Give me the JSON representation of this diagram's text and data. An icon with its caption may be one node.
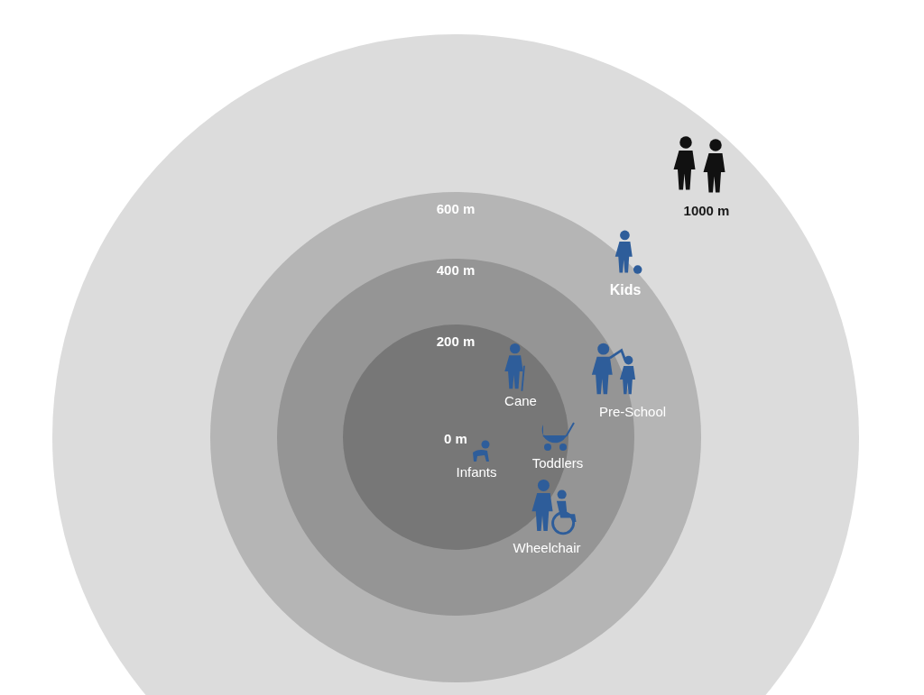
{
  "diagram": {
    "nodes": [
      {
        "text": [
          "1000 m"
        ]
      },
      {
        "text": [
          "600 m"
        ],
        "in": 0
      },
      {
        "text": [
          "400 m"
        ],
        "in": 1
      },
      {
        "text": [
          "200 m",
          "0 m"
        ],
        "in": 2
      }
    ],
    "labels": [
      "Kids",
      "Cane",
      "Pre-School",
      "Toddlers",
      "Infants",
      "Wheelchair"
    ]
  }
}
